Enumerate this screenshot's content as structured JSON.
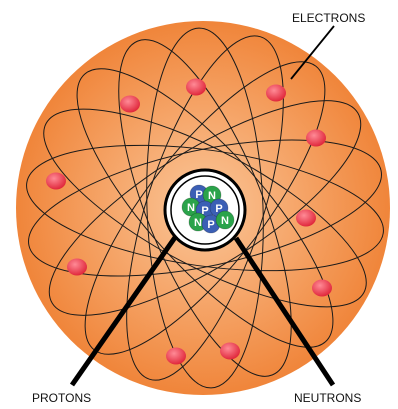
{
  "labels": {
    "electrons": "ELECTRONS",
    "protons": "PROTONS",
    "neutrons": "NEUTRONS"
  },
  "nucleus": {
    "proton_letter": "P",
    "neutron_letter": "N",
    "particles": [
      "P",
      "N",
      "N",
      "P",
      "P",
      "N",
      "P",
      "N"
    ]
  },
  "colors": {
    "cloud_center": "#fbc79a",
    "cloud_edge": "#f0853a",
    "electron": "#e0283c",
    "proton": "#3b5fb5",
    "neutron": "#2aa34a",
    "orbit_line": "#1a1a1a"
  }
}
